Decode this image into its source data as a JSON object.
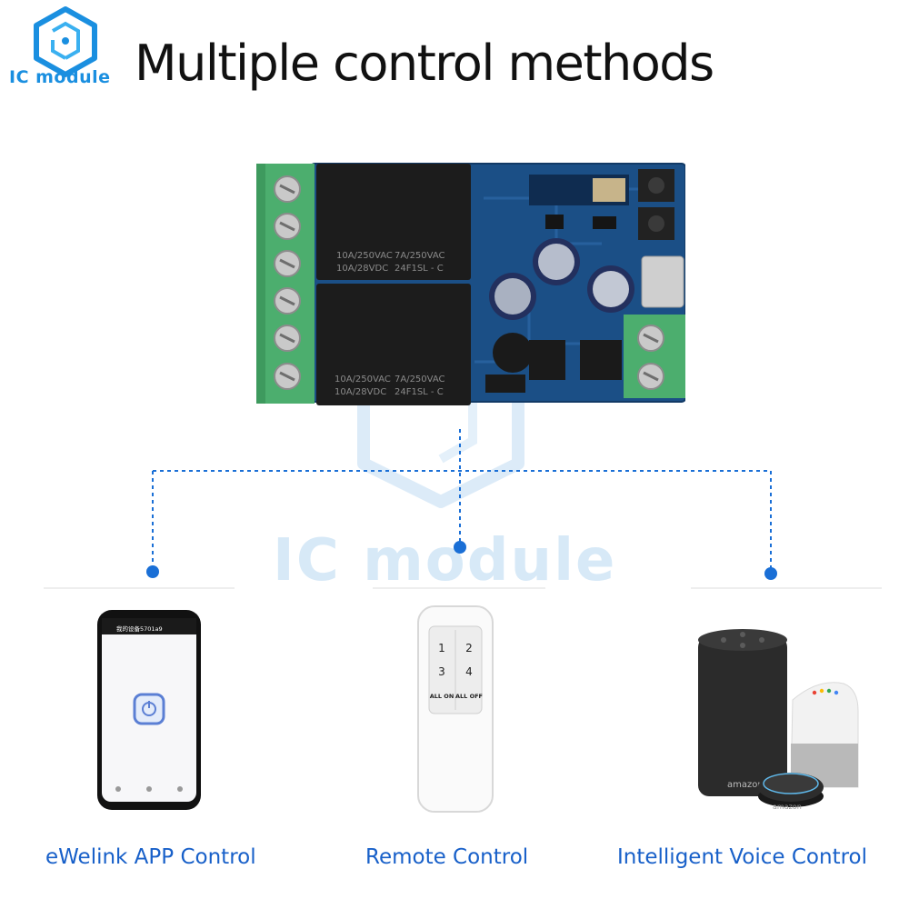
{
  "brand": {
    "logo_text": "IC module",
    "watermark": "IC module"
  },
  "title": "Multiple control methods",
  "relay": {
    "top_rating_left": "10A/250VAC",
    "top_rating_left_2": "10A/28VDC",
    "top_rating_right": "7A/250VAC",
    "top_model": "24F1SL - C",
    "bottom_rating_left": "10A/250VAC",
    "bottom_rating_left_2": "10A/28VDC",
    "bottom_rating_right": "7A/250VAC",
    "bottom_model": "24F1SL - C"
  },
  "methods": [
    {
      "label": "eWelink APP Control"
    },
    {
      "label": "Remote Control"
    },
    {
      "label": "Intelligent Voice Control"
    }
  ],
  "phone": {
    "device_title": "我的设备5701a9"
  },
  "remote": {
    "buttons": [
      "1",
      "2",
      "3",
      "4"
    ],
    "all_on": "ALL ON",
    "all_off": "ALL OFF"
  },
  "speakers": {
    "brand_1": "amazon",
    "brand_2": "amazon"
  },
  "colors": {
    "accent_blue": "#1a6fd6",
    "label_blue": "#1860c9",
    "pcb": "#1b4f86",
    "terminal": "#4cae6e"
  }
}
